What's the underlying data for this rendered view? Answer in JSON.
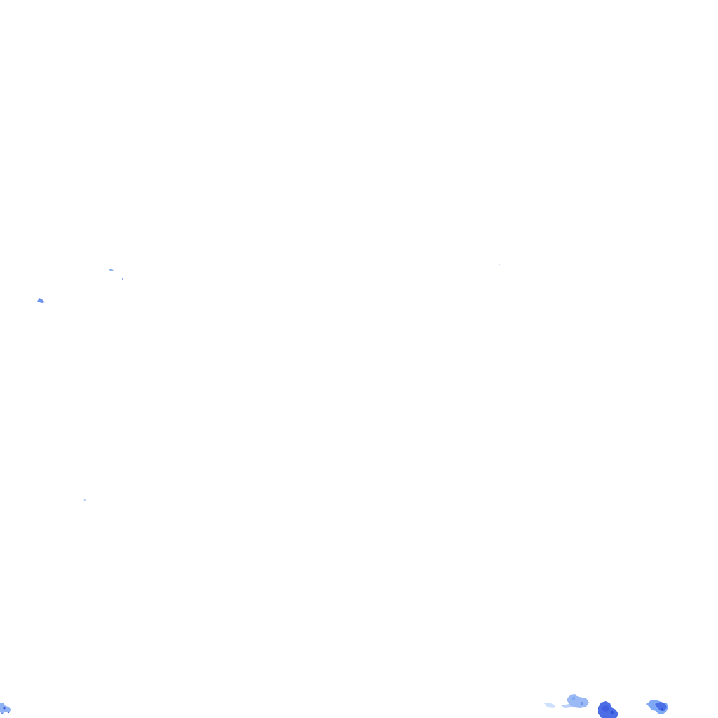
{
  "map": {
    "kind": "precipitation-radar-overlay",
    "background_color": "#ffffff",
    "legend": {
      "light": "#cfe0ff",
      "moderate": "#7fa8f5",
      "heavy": "#3f5fe0"
    },
    "echoes": [
      {
        "id": "nw-speck-1",
        "intensity": "moderate"
      },
      {
        "id": "nw-speck-2",
        "intensity": "moderate"
      },
      {
        "id": "center-speck",
        "intensity": "light"
      },
      {
        "id": "west-speck",
        "intensity": "light"
      },
      {
        "id": "sw-edge-cluster",
        "intensity": "moderate"
      },
      {
        "id": "se-cluster-light",
        "intensity": "light"
      },
      {
        "id": "se-cluster-moderate",
        "intensity": "moderate"
      },
      {
        "id": "se-cluster-heavy",
        "intensity": "heavy"
      },
      {
        "id": "se-cluster-east",
        "intensity": "heavy"
      }
    ]
  }
}
